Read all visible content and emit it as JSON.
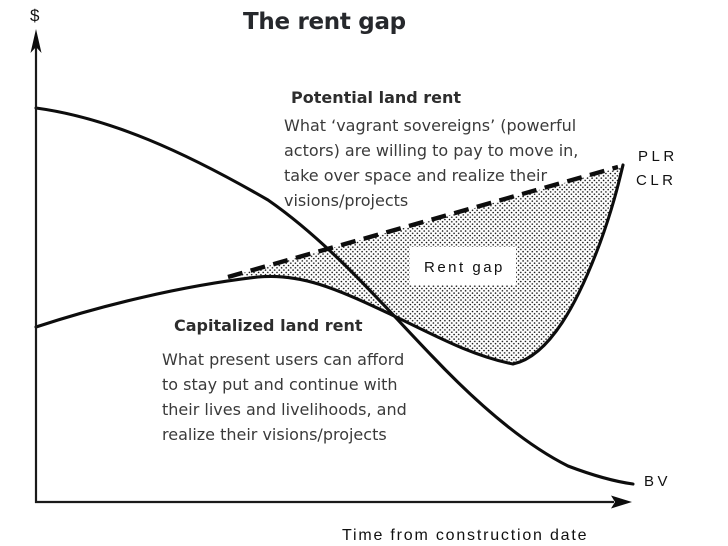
{
  "title": "The rent gap",
  "axes": {
    "y_label": "$",
    "x_label": "Time from construction date"
  },
  "labels": {
    "plr": "PLR",
    "clr": "CLR",
    "bv": "BV",
    "rent_gap": "Rent gap"
  },
  "annotations": {
    "potential": {
      "heading": "Potential land rent",
      "body": "What ‘vagrant sovereigns’ (powerful\nactors) are willing to pay to move in,\ntake over space and realize their\nvisions/projects"
    },
    "capitalized": {
      "heading": "Capitalized land rent",
      "body": "What present users can afford\nto stay put and continue with\ntheir lives and livelihoods, and\nrealize their visions/projects"
    }
  },
  "colors": {
    "ink": "#111111",
    "title_text": "#26282c",
    "body_text": "#3a3a3a",
    "background": "#ffffff"
  },
  "figure": {
    "type": "conceptual line graph",
    "x_axis": "Time from construction date",
    "y_axis": "$",
    "curves": [
      {
        "label": "PLR",
        "style": "dashed"
      },
      {
        "label": "CLR",
        "style": "solid"
      },
      {
        "label": "BV",
        "style": "solid"
      }
    ],
    "shaded_region_label": "Rent gap"
  }
}
